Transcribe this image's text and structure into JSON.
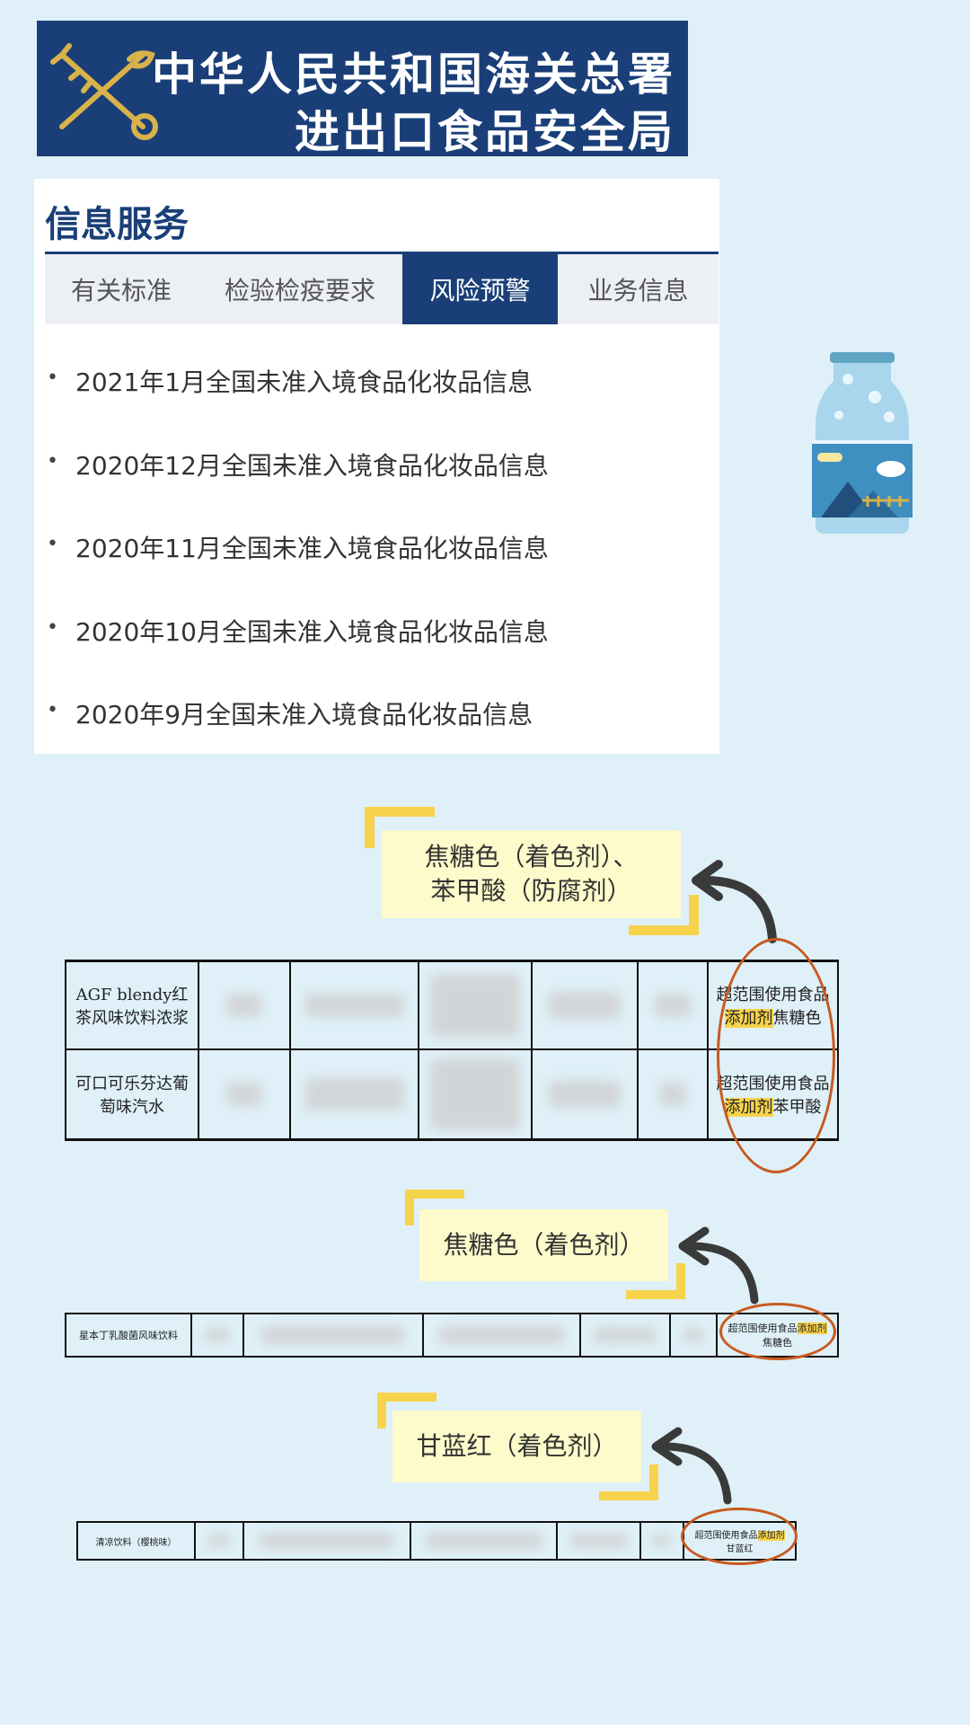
{
  "banner": {
    "line1": "中华人民共和国海关总署",
    "line2": "进出口食品安全局",
    "emblem_icon": "customs-emblem-icon"
  },
  "info": {
    "heading": "信息服务",
    "tabs": [
      "有关标准",
      "检验检疫要求",
      "风险预警",
      "业务信息"
    ],
    "active_tab": "风险预警",
    "news": [
      "2021年1月全国未准入境食品化妆品信息",
      "2020年12月全国未准入境食品化妆品信息",
      "2020年11月全国未准入境食品化妆品信息",
      "2020年10月全国未准入境食品化妆品信息",
      "2020年9月全国未准入境食品化妆品信息"
    ]
  },
  "callouts": {
    "c1_line1": "焦糖色（着色剂）、",
    "c1_line2": "苯甲酸（防腐剂）",
    "c2": "焦糖色（着色剂）",
    "c3": "甘蓝红（着色剂）"
  },
  "table1": {
    "rows": [
      {
        "product": "AGF blendy红茶风味饮料浓浆",
        "reason_pre": "超范围使用食品",
        "reason_hl": "添加剂",
        "reason_post": "焦糖色"
      },
      {
        "product": "可口可乐芬达葡萄味汽水",
        "reason_pre": "超范围使用食品",
        "reason_hl": "添加剂",
        "reason_post": "苯甲酸"
      }
    ]
  },
  "table2": {
    "product": "星本丁乳酸菌风味饮料",
    "reason_pre": "超范围使用食品",
    "reason_hl": "添加剂",
    "reason_post": "焦糖色"
  },
  "table3": {
    "product": "清凉饮料（樱桃味）",
    "reason_pre": "超范围使用食品",
    "reason_hl": "添加剂",
    "reason_post": "甘蓝红"
  },
  "colors": {
    "navy": "#1a3f78",
    "background": "#dff0f8",
    "note": "#fdfacb",
    "highlight": "#f7d34c",
    "oval": "#c85a1e"
  }
}
